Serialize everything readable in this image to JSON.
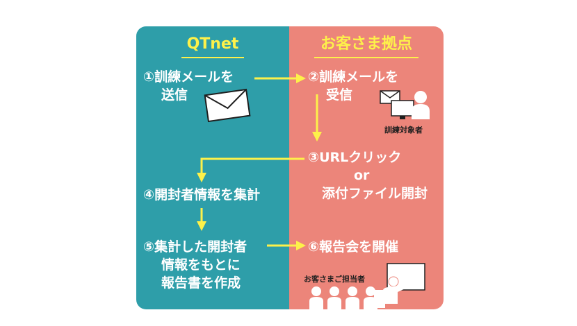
{
  "columns": {
    "left": {
      "title": "QTnet",
      "color": "#2e9ea9"
    },
    "right": {
      "title": "お客さま拠点",
      "color": "#ec857a"
    }
  },
  "accent_color": "#fdf14a",
  "steps": {
    "s1": {
      "line1": "①訓練メールを",
      "line2": "送信"
    },
    "s2": {
      "line1": "②訓練メールを",
      "line2": "受信"
    },
    "s3": {
      "line1": "③URLクリック",
      "line2": "or",
      "line3": "添付ファイル開封"
    },
    "s4": {
      "line1": "④開封者情報を集計"
    },
    "s5": {
      "line1": "⑤集計した開封者",
      "line2": "情報をもとに",
      "line3": "報告書を作成"
    },
    "s6": {
      "line1": "⑥報告会を開催"
    }
  },
  "labels": {
    "trainee": "訓練対象者",
    "customer_staff": "お客さまご担当者"
  },
  "icons": [
    "envelope-icon",
    "trainee-computer-icon",
    "audience-presenter-icon"
  ]
}
